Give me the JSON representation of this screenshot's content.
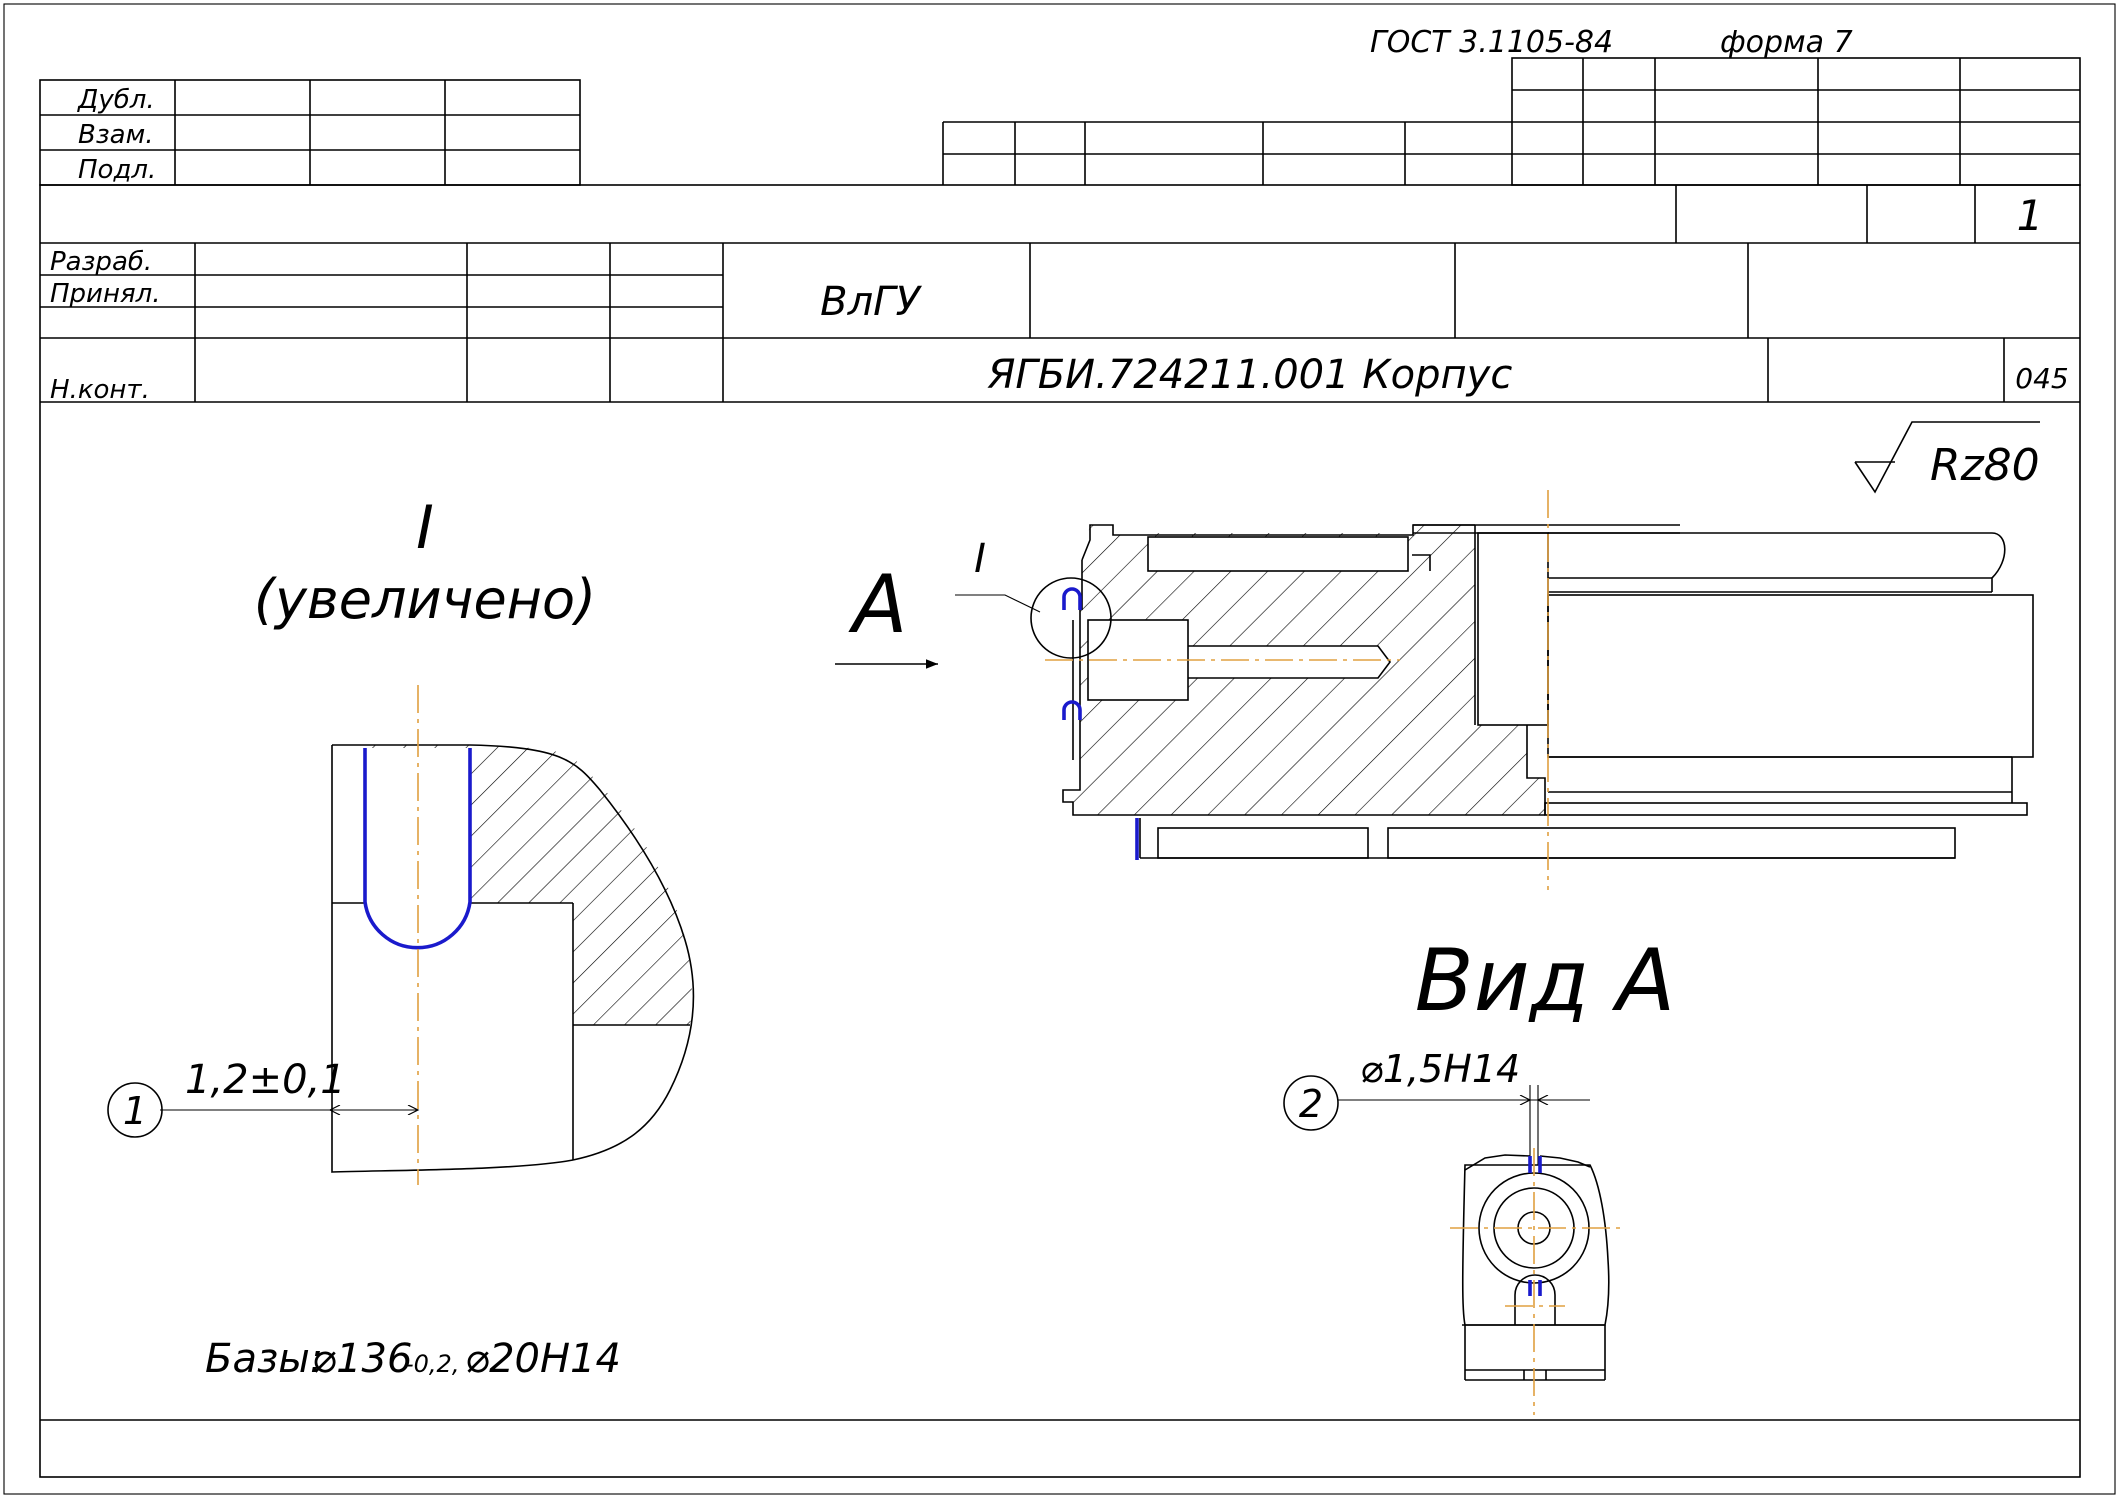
{
  "header": {
    "standard": "ГОСТ 3.1105-84",
    "form": "форма 7",
    "sheet_number": "1"
  },
  "revision_block": {
    "rows": [
      "Дубл.",
      "Взам.",
      "Подл."
    ]
  },
  "signature_block": {
    "developed": "Разраб.",
    "approved": "Принял.",
    "norm_control": "Н.конт."
  },
  "organization": "ВлГУ",
  "designation": "ЯГБИ.724211.001 Корпус",
  "operation_number": "045",
  "roughness": "Rz80",
  "detail": {
    "marker": "I",
    "caption": "(увеличено)",
    "dimension": "1,2±0,1",
    "callout": "1"
  },
  "main_view": {
    "view_arrow": "A",
    "detail_callout": "I"
  },
  "view_a": {
    "title": "Вид А",
    "dimension": "⌀1,5Н14",
    "callout": "2"
  },
  "bases": {
    "prefix": "Базы:",
    "d1": "⌀136",
    "d1_tol": "-0,2,",
    "d2": "⌀20Н14"
  }
}
